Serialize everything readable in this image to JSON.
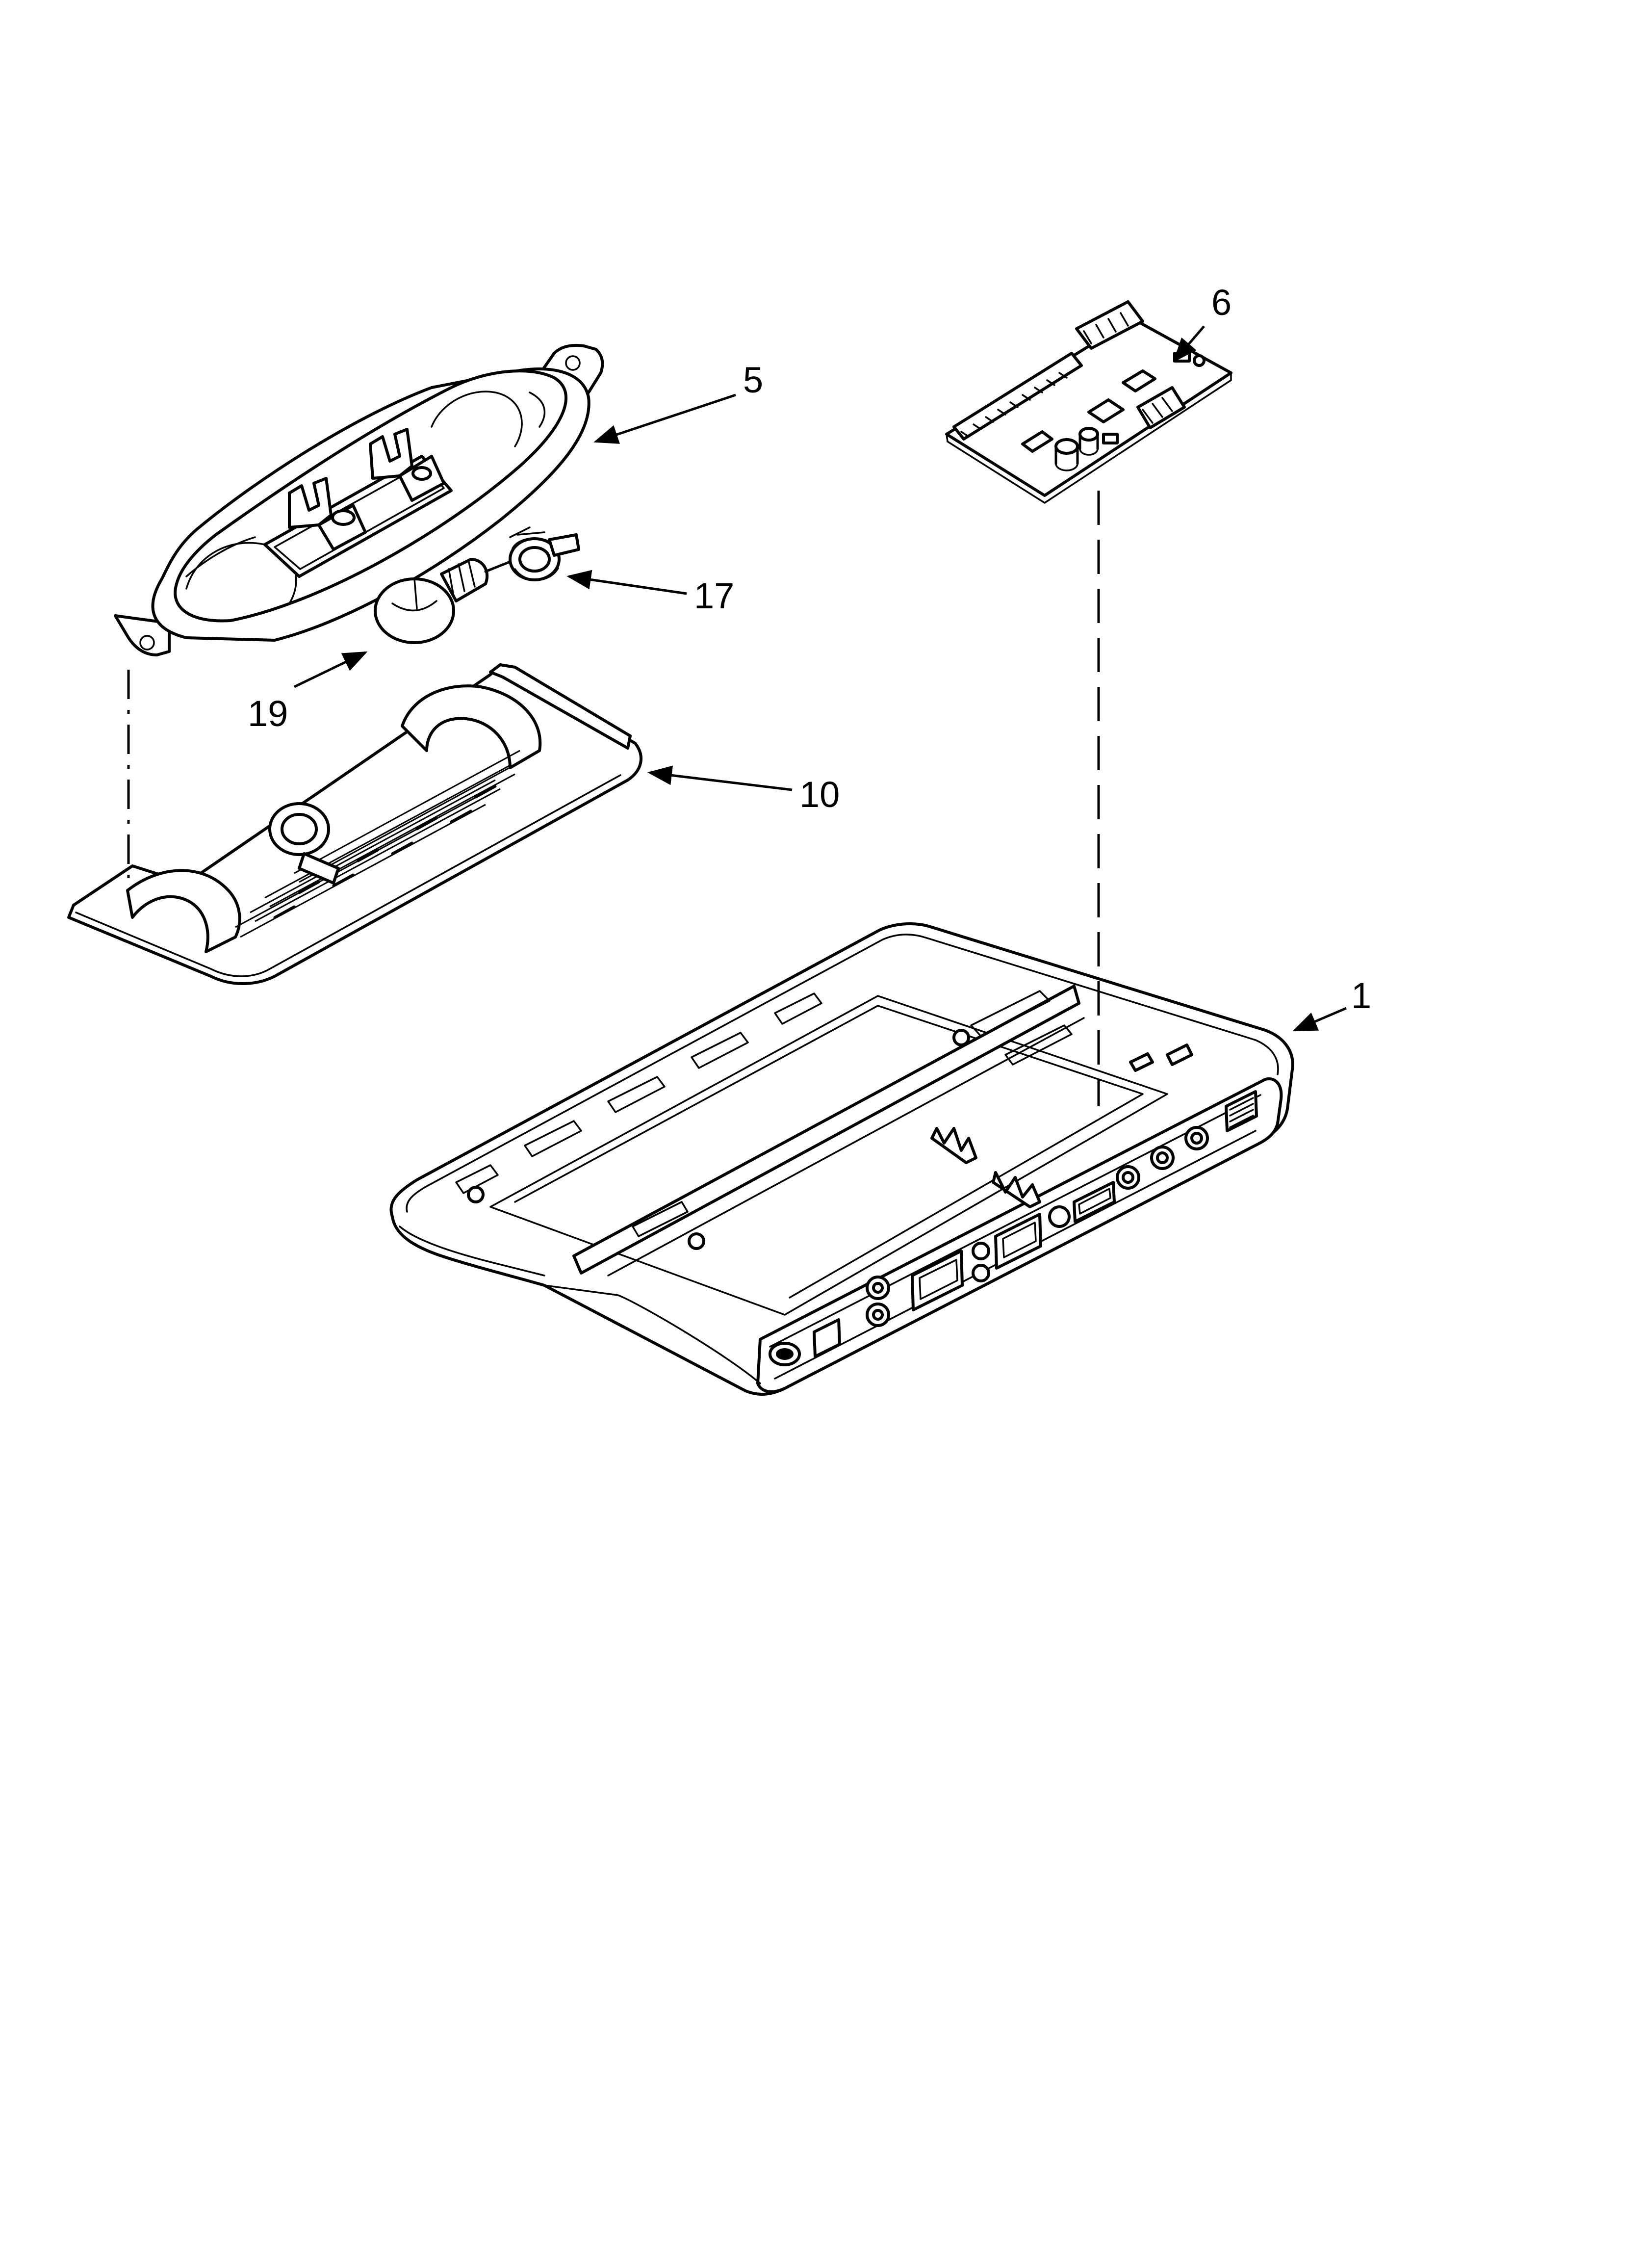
{
  "callouts": {
    "part_1": "1",
    "part_5": "5",
    "part_6": "6",
    "part_10": "10",
    "part_17": "17",
    "part_19": "19"
  }
}
